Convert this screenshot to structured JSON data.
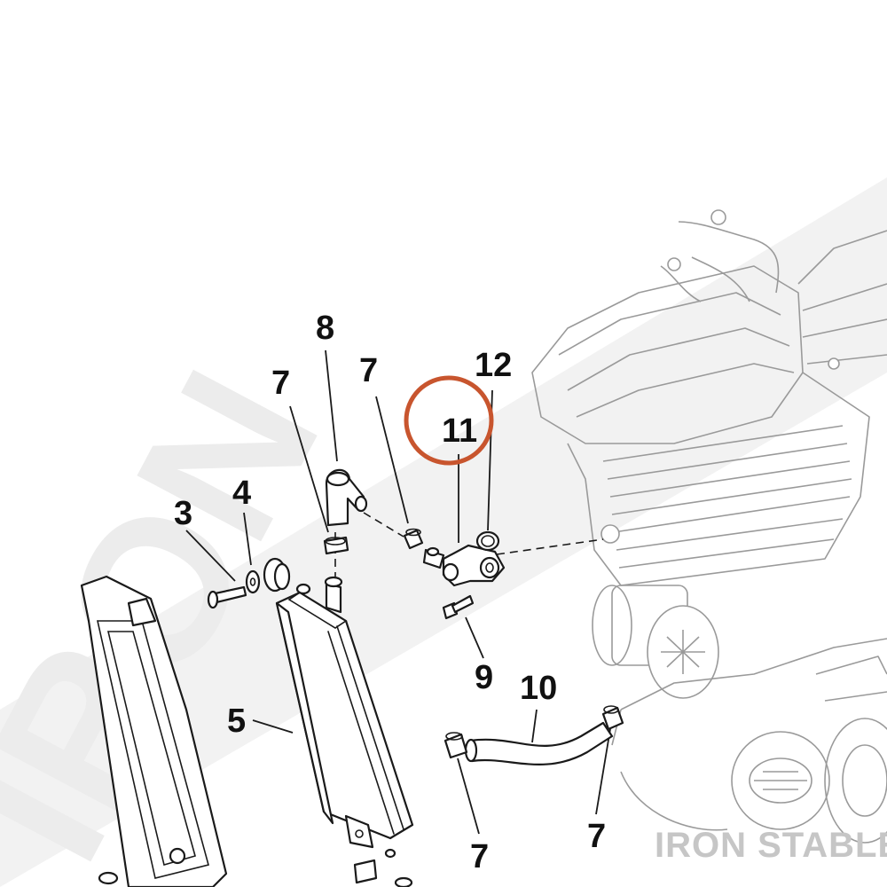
{
  "diagram": {
    "callouts": [
      {
        "id": "c3",
        "label": "3"
      },
      {
        "id": "c4",
        "label": "4"
      },
      {
        "id": "c5",
        "label": "5"
      },
      {
        "id": "c7a",
        "label": "7"
      },
      {
        "id": "c8",
        "label": "8"
      },
      {
        "id": "c7b",
        "label": "7"
      },
      {
        "id": "c12",
        "label": "12"
      },
      {
        "id": "c11",
        "label": "11"
      },
      {
        "id": "c9",
        "label": "9"
      },
      {
        "id": "c10",
        "label": "10"
      },
      {
        "id": "c7c",
        "label": "7"
      },
      {
        "id": "c7d",
        "label": "7"
      }
    ],
    "highlight": {
      "label": "11",
      "color": "#c8552e"
    },
    "watermark": {
      "band_text": "IRON",
      "corner_text": "IRON STABLE"
    },
    "colors": {
      "line": "#1a1a1a",
      "engine": "#9a9a9a",
      "highlight": "#c8552e"
    }
  }
}
